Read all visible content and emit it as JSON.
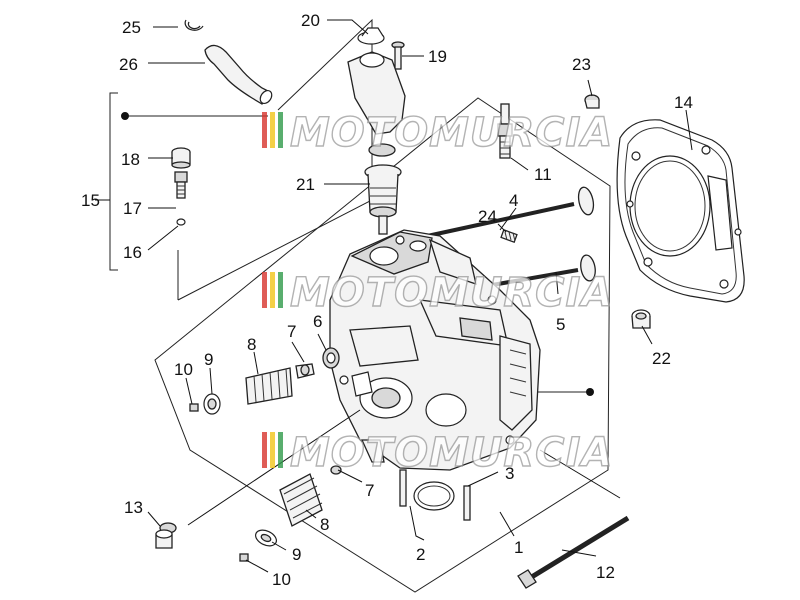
{
  "diagram": {
    "callouts": [
      "1",
      "2",
      "3",
      "4",
      "5",
      "6",
      "7",
      "7",
      "8",
      "8",
      "9",
      "9",
      "10",
      "10",
      "11",
      "12",
      "13",
      "14",
      "15",
      "16",
      "17",
      "18",
      "19",
      "20",
      "21",
      "22",
      "23",
      "24",
      "25",
      "26"
    ]
  },
  "watermark": {
    "text": "MOTOMURCIA",
    "colors": [
      "#d7332c",
      "#f0c419",
      "#2f9a4a"
    ]
  }
}
